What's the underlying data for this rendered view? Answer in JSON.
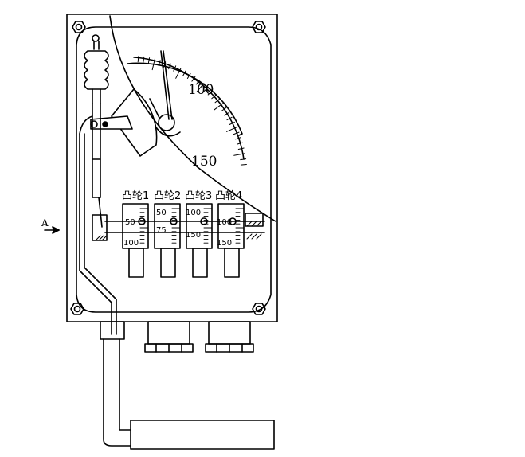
{
  "dial": {
    "label_100": "100",
    "label_150": "150"
  },
  "direction_label": "A",
  "cams": [
    {
      "label": "凸轮1",
      "tick_top": "50",
      "tick_bottom": "100"
    },
    {
      "label": "凸轮2",
      "tick_top": "50",
      "tick_bottom": "75"
    },
    {
      "label": "凸轮3",
      "tick_top": "100",
      "tick_bottom": "150"
    },
    {
      "label": "凸轮4",
      "tick_top": "100",
      "tick_bottom": "150"
    }
  ]
}
